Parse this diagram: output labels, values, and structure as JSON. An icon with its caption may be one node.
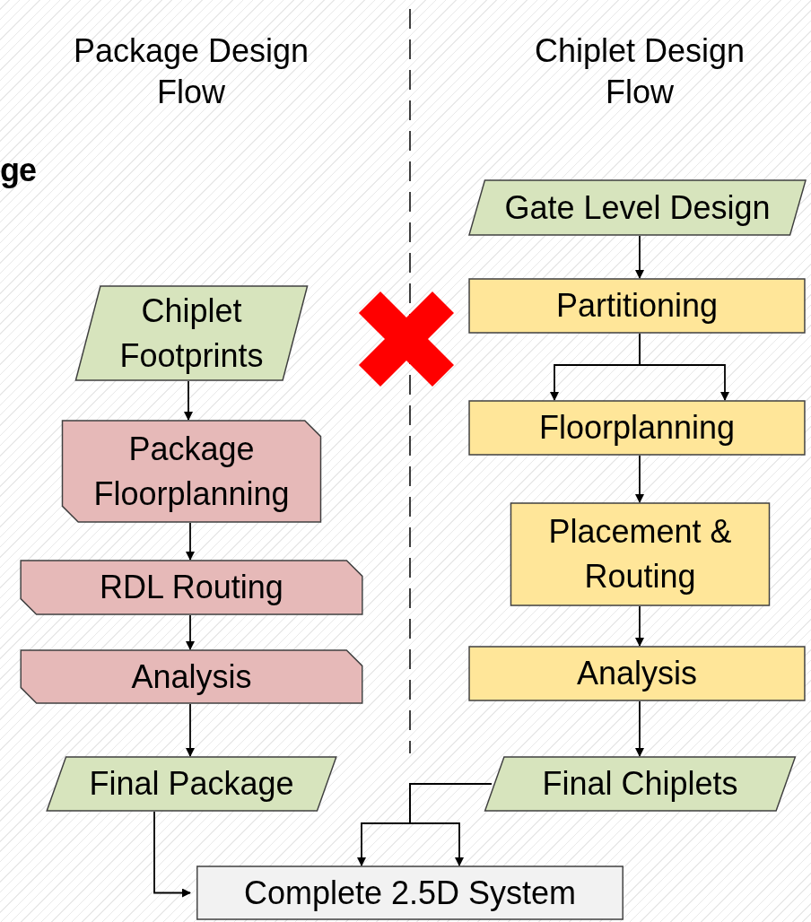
{
  "diagram": {
    "nodes": [
      {
        "text": [
          "Chiplet Footprints"
        ]
      },
      {
        "text": [
          "Package Floorplanning"
        ]
      },
      {
        "text": [
          "RDL Routing"
        ]
      },
      {
        "text": [
          "Analysis"
        ]
      },
      {
        "text": [
          "Final Package"
        ]
      },
      {
        "text": [
          "Gate Level Design"
        ]
      },
      {
        "text": [
          "Partitioning"
        ]
      },
      {
        "text": [
          "Floorplanning"
        ]
      },
      {
        "text": [
          "Placement & Routing"
        ]
      },
      {
        "text": [
          "Analysis"
        ]
      },
      {
        "text": [
          "Final Chiplets"
        ]
      },
      {
        "text": [
          "Complete 2.5D System"
        ]
      }
    ],
    "edges": [
      {
        "from": 0,
        "to": 1,
        "arrow": "to"
      },
      {
        "from": 1,
        "to": 2,
        "arrow": "to"
      },
      {
        "from": 2,
        "to": 3,
        "arrow": "to"
      },
      {
        "from": 3,
        "to": 4,
        "arrow": "to"
      },
      {
        "from": 4,
        "to": 11,
        "arrow": "to"
      },
      {
        "from": 5,
        "to": 6,
        "arrow": "to"
      },
      {
        "from": 6,
        "to": 7,
        "arrow": "to"
      },
      {
        "from": 6,
        "to": 7,
        "arrow": "to"
      },
      {
        "from": 7,
        "to": 8,
        "arrow": "to"
      },
      {
        "from": 8,
        "to": 9,
        "arrow": "to"
      },
      {
        "from": 9,
        "to": 10,
        "arrow": "to"
      },
      {
        "from": 10,
        "to": 11,
        "arrow": "to"
      },
      {
        "from": 10,
        "to": 11,
        "arrow": "to"
      }
    ],
    "labels": [
      "Package Design Flow",
      "Chiplet Design Flow",
      "ge"
    ]
  }
}
